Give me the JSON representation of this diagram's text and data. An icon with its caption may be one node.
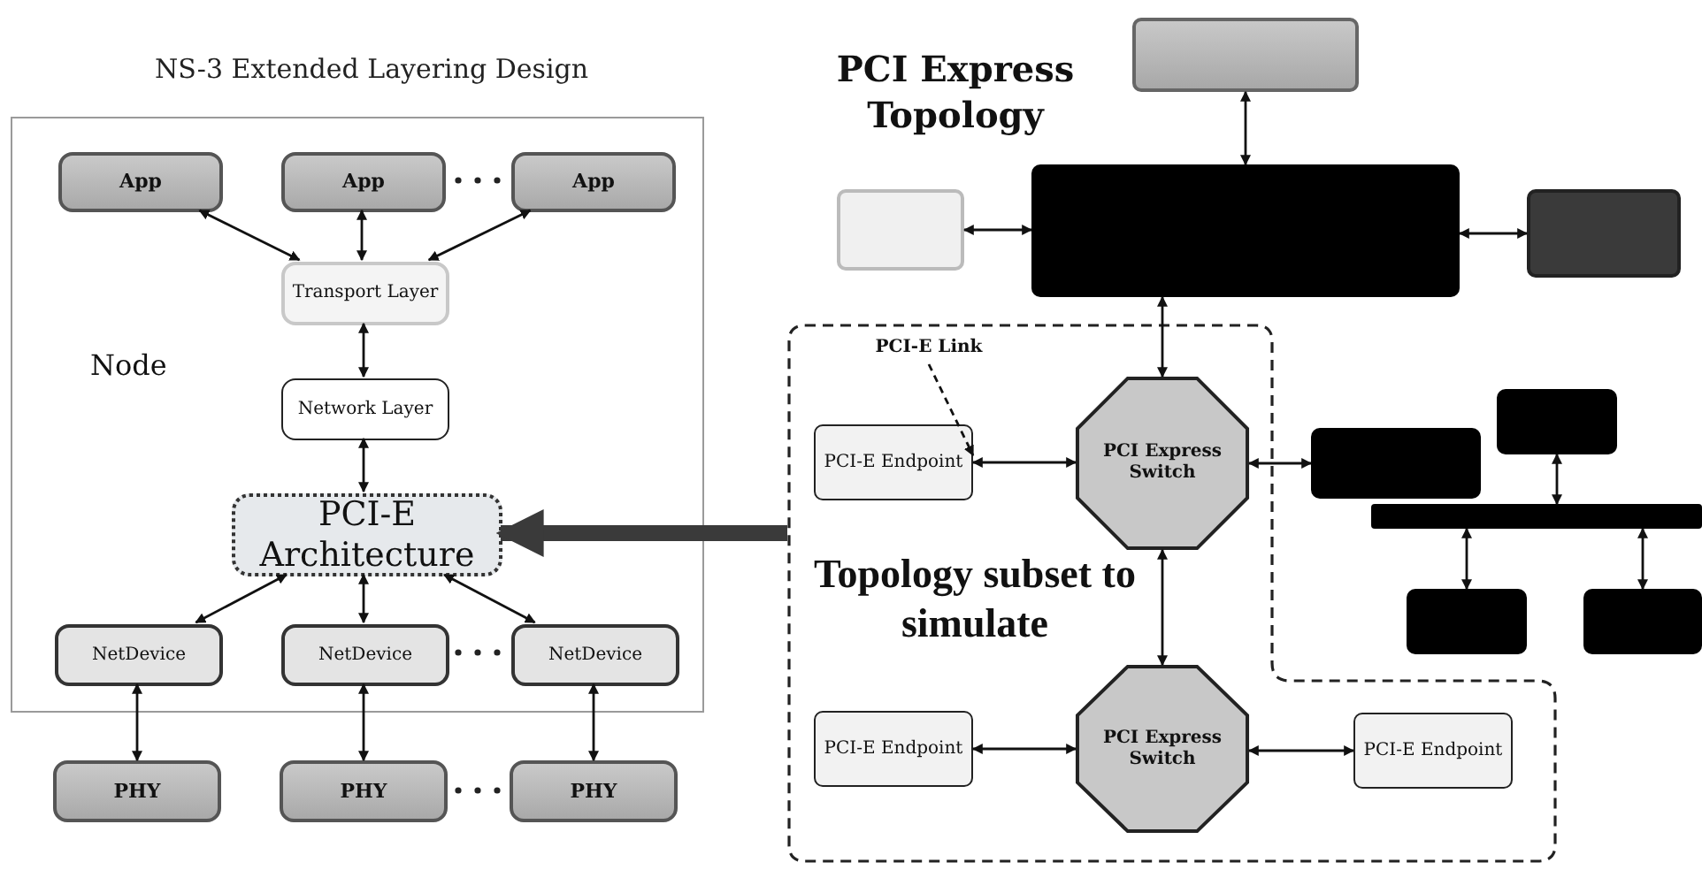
{
  "diagram": {
    "title": "NS-3 Extended Layering Design",
    "nodes": [
      {
        "text": [
          "Node"
        ]
      },
      {
        "text": [
          "App"
        ],
        "in": 0
      },
      {
        "text": [
          "App"
        ],
        "in": 0
      },
      {
        "text": [
          "App"
        ],
        "in": 0
      },
      {
        "text": [
          "Transport Layer"
        ],
        "in": 0
      },
      {
        "text": [
          "Network Layer"
        ],
        "in": 0
      },
      {
        "text": [
          "PCI-E Architecture"
        ],
        "in": 0
      },
      {
        "text": [
          "NetDevice"
        ],
        "in": 0
      },
      {
        "text": [
          "NetDevice"
        ],
        "in": 0
      },
      {
        "text": [
          "NetDevice"
        ],
        "in": 0
      },
      {
        "text": [
          "PHY"
        ]
      },
      {
        "text": [
          "PHY"
        ]
      },
      {
        "text": [
          "PHY"
        ]
      },
      {
        "text": [],
        "shape": "box"
      },
      {
        "text": [],
        "shape": "box"
      },
      {
        "text": [],
        "shape": "box"
      },
      {
        "text": [],
        "shape": "box"
      },
      {
        "text": [
          "Topology subset to simulate"
        ]
      },
      {
        "text": [
          "PCI-E Link"
        ],
        "in": 17
      },
      {
        "text": [
          "PCI-E Endpoint"
        ],
        "in": 17
      },
      {
        "text": [
          "PCI Express Switch"
        ],
        "in": 17
      },
      {
        "text": [
          "PCI-E Endpoint"
        ],
        "in": 17
      },
      {
        "text": [
          "PCI Express Switch"
        ],
        "in": 17
      },
      {
        "text": [
          "PCI-E Endpoint"
        ],
        "in": 17
      },
      {
        "text": [],
        "shape": "box"
      },
      {
        "text": [],
        "shape": "box"
      },
      {
        "text": [],
        "shape": "bar"
      },
      {
        "text": [],
        "shape": "box"
      },
      {
        "text": [],
        "shape": "box"
      }
    ],
    "edges": [
      {
        "from": 1,
        "to": 4,
        "arrow": "both"
      },
      {
        "from": 2,
        "to": 4,
        "arrow": "both"
      },
      {
        "from": 3,
        "to": 4,
        "arrow": "both"
      },
      {
        "from": 4,
        "to": 5,
        "arrow": "both"
      },
      {
        "from": 5,
        "to": 6,
        "arrow": "both"
      },
      {
        "from": 6,
        "to": 7,
        "arrow": "both"
      },
      {
        "from": 6,
        "to": 8,
        "arrow": "both"
      },
      {
        "from": 6,
        "to": 9,
        "arrow": "both"
      },
      {
        "from": 7,
        "to": 10,
        "arrow": "both"
      },
      {
        "from": 8,
        "to": 11,
        "arrow": "both"
      },
      {
        "from": 9,
        "to": 12,
        "arrow": "both"
      },
      {
        "from": 17,
        "to": 6,
        "arrow": "to",
        "style": "thick",
        "color": "#3a3a3a"
      },
      {
        "from": 13,
        "to": 15,
        "arrow": "both"
      },
      {
        "from": 14,
        "to": 15,
        "arrow": "both"
      },
      {
        "from": 15,
        "to": 16,
        "arrow": "both"
      },
      {
        "from": 15,
        "to": 20,
        "arrow": "both"
      },
      {
        "from": 18,
        "to": 19,
        "arrow": "to",
        "style": "dashed"
      },
      {
        "from": 19,
        "to": 20,
        "arrow": "both"
      },
      {
        "from": 20,
        "to": 24,
        "arrow": "both"
      },
      {
        "from": 20,
        "to": 22,
        "arrow": "both"
      },
      {
        "from": 21,
        "to": 22,
        "arrow": "both"
      },
      {
        "from": 22,
        "to": 23,
        "arrow": "both"
      },
      {
        "from": 25,
        "to": 26,
        "arrow": "both"
      },
      {
        "from": 27,
        "to": 26,
        "arrow": "both"
      },
      {
        "from": 28,
        "to": 26,
        "arrow": "both"
      }
    ],
    "labels": [
      "PCI Express Topology"
    ]
  }
}
